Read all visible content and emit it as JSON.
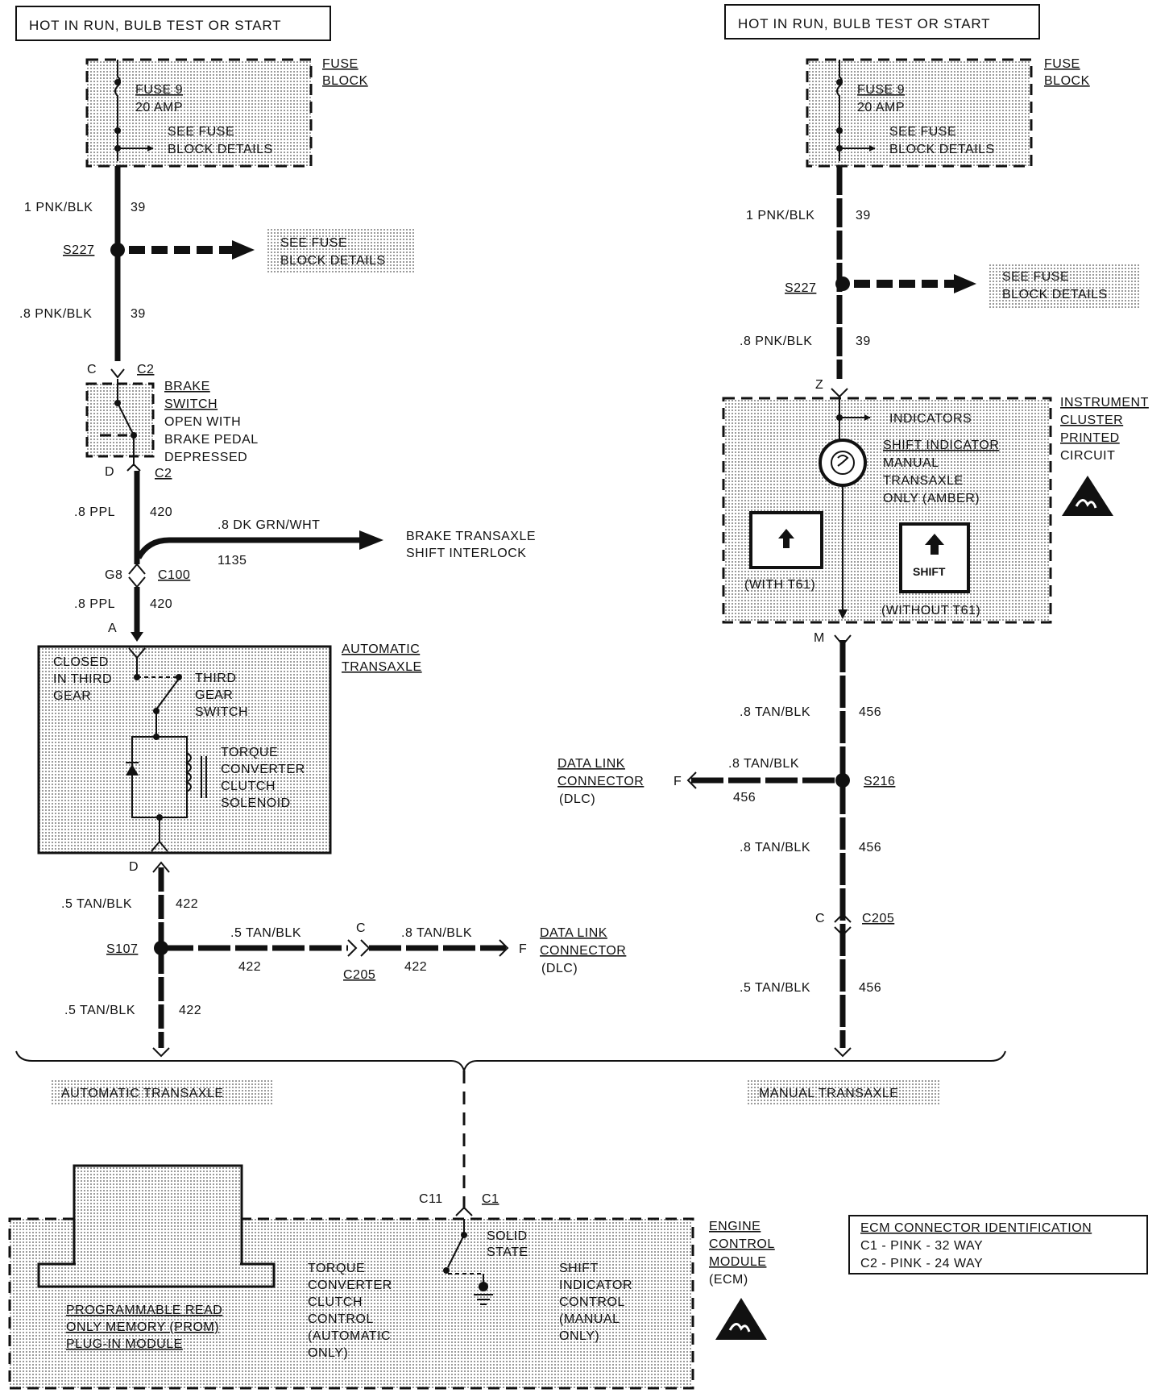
{
  "headers": {
    "left": "HOT IN RUN, BULB TEST OR START",
    "right": "HOT IN RUN, BULB TEST OR START"
  },
  "fuse_block": {
    "title_1": "FUSE",
    "title_2": "BLOCK",
    "fuse": "FUSE 9",
    "amp": "20 AMP",
    "see_1": "SEE FUSE",
    "see_2": "BLOCK DETAILS"
  },
  "left": {
    "w1_size": "1 PNK/BLK",
    "w1_num": "39",
    "splice": "S227",
    "see_1": "SEE FUSE",
    "see_2": "BLOCK DETAILS",
    "w2_size": ".8 PNK/BLK",
    "w2_num": "39",
    "pin_c": "C",
    "conn_c2": "C2",
    "brake_1": "BRAKE",
    "brake_2": "SWITCH",
    "brake_3": "OPEN WITH",
    "brake_4": "BRAKE PEDAL",
    "brake_5": "DEPRESSED",
    "pin_d": "D",
    "conn_c2b": "C2",
    "w3_size": ".8 PPL",
    "w3_num": "420",
    "branch_size": ".8 DK GRN/WHT",
    "branch_num": "1135",
    "interlock_1": "BRAKE TRANSAXLE",
    "interlock_2": "SHIFT INTERLOCK",
    "pin_g8": "G8",
    "conn_c100": "C100",
    "w4_size": ".8 PPL",
    "w4_num": "420",
    "pin_a": "A",
    "trans_1": "AUTOMATIC",
    "trans_2": "TRANSAXLE",
    "closed_1": "CLOSED",
    "closed_2": "IN THIRD",
    "closed_3": "GEAR",
    "third_1": "THIRD",
    "third_2": "GEAR",
    "third_3": "SWITCH",
    "tcc_1": "TORQUE",
    "tcc_2": "CONVERTER",
    "tcc_3": "CLUTCH",
    "tcc_4": "SOLENOID",
    "pin_d2": "D",
    "w5_size": ".5 TAN/BLK",
    "w5_num": "422",
    "splice2": "S107",
    "h1_size": ".5 TAN/BLK",
    "h1_num": "422",
    "pin_c3": "C",
    "conn_c205": "C205",
    "h2_size": ".8 TAN/BLK",
    "h2_num": "422",
    "pin_f": "F",
    "dlc_1": "DATA LINK",
    "dlc_2": "CONNECTOR",
    "dlc_3": "(DLC)",
    "w6_size": ".5 TAN/BLK",
    "w6_num": "422"
  },
  "right": {
    "w1_size": "1 PNK/BLK",
    "w1_num": "39",
    "splice": "S227",
    "see_1": "SEE FUSE",
    "see_2": "BLOCK DETAILS",
    "w2_size": ".8 PNK/BLK",
    "w2_num": "39",
    "pin_z": "Z",
    "cluster_1": "INSTRUMENT",
    "cluster_2": "CLUSTER",
    "cluster_3": "PRINTED",
    "cluster_4": "CIRCUIT",
    "indicators": "INDICATORS",
    "shift_1": "SHIFT INDICATOR",
    "shift_2": "MANUAL",
    "shift_3": "TRANSAXLE",
    "shift_4": "ONLY (AMBER)",
    "with_t61": "(WITH T61)",
    "shift_word": "SHIFT",
    "without_t61": "(WITHOUT T61)",
    "pin_m": "M",
    "w3_size": ".8 TAN/BLK",
    "w3_num": "456",
    "dlc_1": "DATA LINK",
    "dlc_2": "CONNECTOR",
    "dlc_3": "(DLC)",
    "pin_f": "F",
    "h_size": ".8 TAN/BLK",
    "h_num": "456",
    "splice2": "S216",
    "w4_size": ".8 TAN/BLK",
    "w4_num": "456",
    "pin_c": "C",
    "conn_c205": "C205",
    "w5_size": ".5 TAN/BLK",
    "w5_num": "456"
  },
  "options": {
    "auto": "AUTOMATIC TRANSAXLE",
    "manual": "MANUAL TRANSAXLE"
  },
  "ecm": {
    "pin_c11": "C11",
    "pin_c1": "C1",
    "solid_1": "SOLID",
    "solid_2": "STATE",
    "title_1": "ENGINE",
    "title_2": "CONTROL",
    "title_3": "MODULE",
    "title_4": "(ECM)",
    "tcc_1": "TORQUE",
    "tcc_2": "CONVERTER",
    "tcc_3": "CLUTCH",
    "tcc_4": "CONTROL",
    "tcc_5": "(AUTOMATIC",
    "tcc_6": "ONLY)",
    "sic_1": "SHIFT",
    "sic_2": "INDICATOR",
    "sic_3": "CONTROL",
    "sic_4": "(MANUAL",
    "sic_5": "ONLY)",
    "prom_1": "PROGRAMMABLE READ",
    "prom_2": "ONLY MEMORY (PROM)",
    "prom_3": "PLUG-IN MODULE"
  },
  "connector_id": {
    "title": "ECM CONNECTOR IDENTIFICATION",
    "row_1": "C1 - PINK - 32 WAY",
    "row_2": "C2 - PINK - 24 WAY"
  }
}
